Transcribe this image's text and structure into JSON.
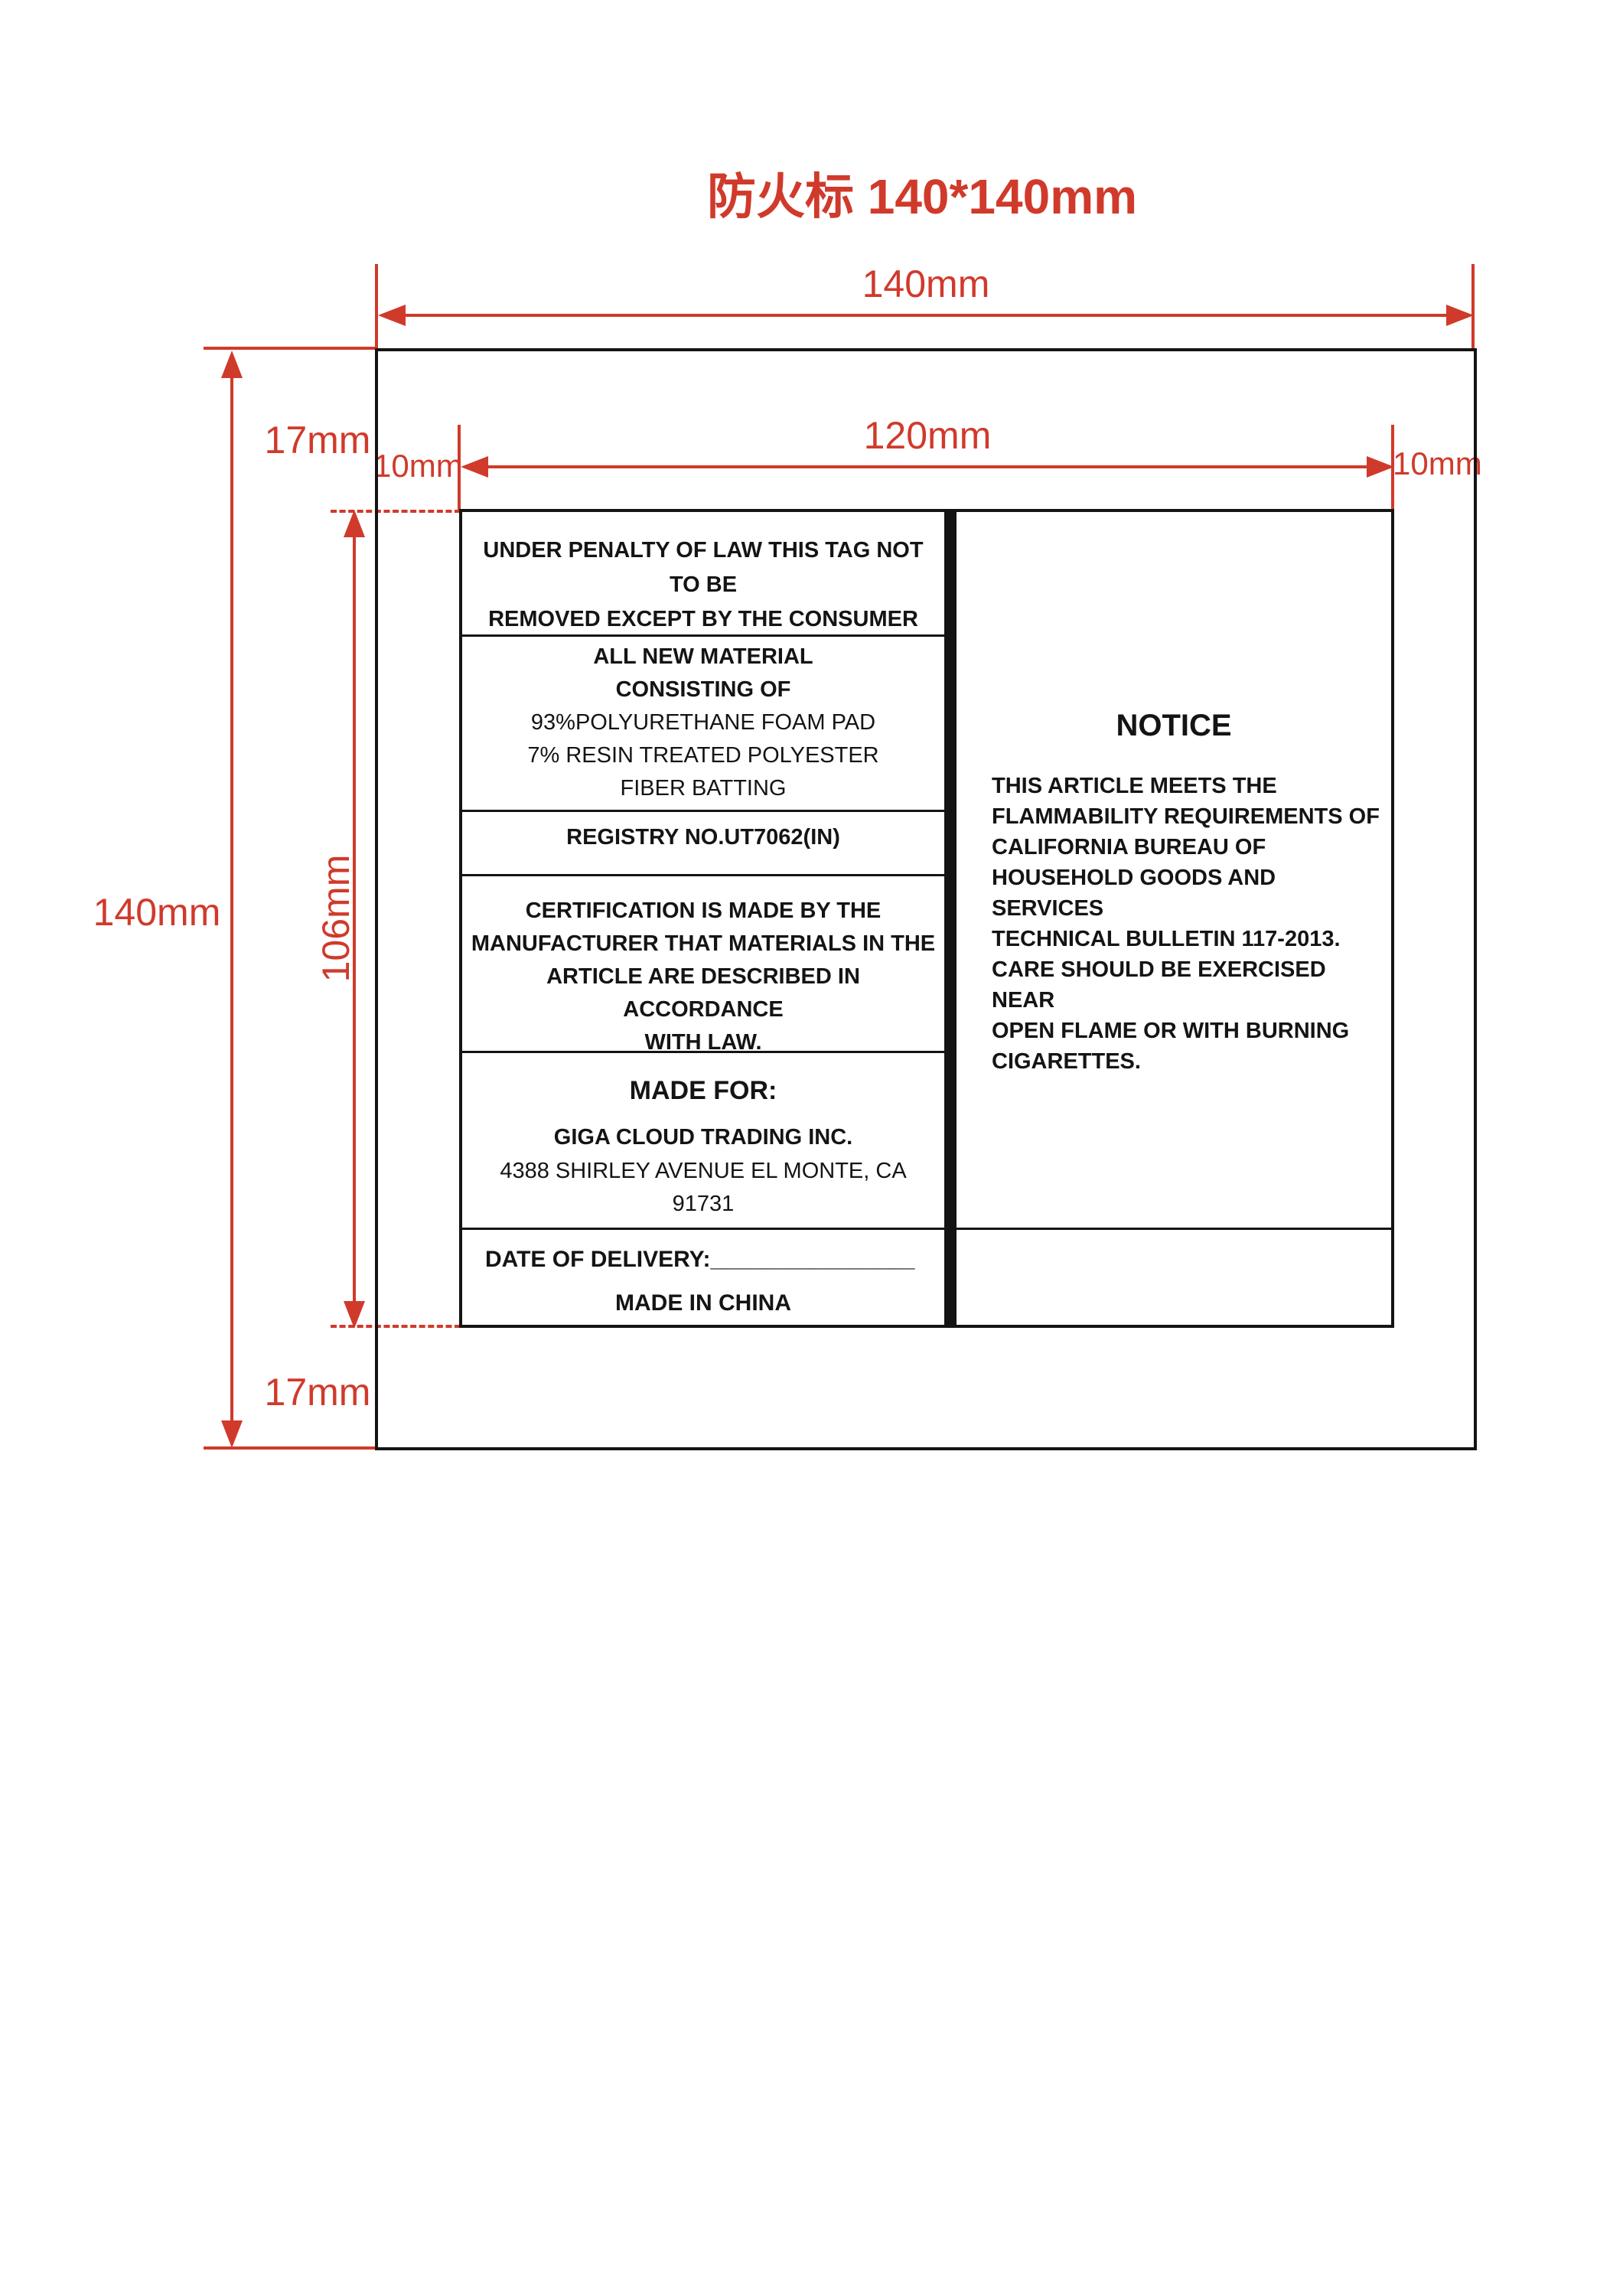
{
  "title": "防火标 140*140mm",
  "colors": {
    "dimension_red": "#d03a2b",
    "line_black": "#141414",
    "background": "#ffffff"
  },
  "dims": {
    "outer_width": "140mm",
    "outer_height": "140mm",
    "top_margin": "17mm",
    "bottom_margin": "17mm",
    "inner_width": "120mm",
    "inner_height": "106mm",
    "left_margin": "10mm",
    "right_margin": "10mm"
  },
  "label": {
    "law_tag": "UNDER PENALTY OF LAW THIS TAG NOT TO BE\nREMOVED EXCEPT BY  THE CONSUMER",
    "materials_heading": "ALL NEW MATERIAL\nCONSISTING OF",
    "materials_body": "93%POLYURETHANE FOAM PAD\n7% RESIN TREATED POLYESTER\nFIBER BATTING",
    "registry": "REGISTRY NO.UT7062(IN)",
    "certification": "CERTIFICATION IS MADE BY THE\nMANUFACTURER THAT MATERIALS IN THE\nARTICLE ARE DESCRIBED IN ACCORDANCE\nWITH LAW.",
    "made_for_heading": "MADE FOR:",
    "company": "GIGA CLOUD TRADING INC.",
    "address": "4388 SHIRLEY AVENUE EL MONTE, CA 91731",
    "delivery": "DATE OF DELIVERY:________________",
    "origin": "MADE IN CHINA",
    "notice_title": "NOTICE",
    "notice_body": "THIS ARTICLE MEETS THE\nFLAMMABILITY REQUIREMENTS OF\nCALIFORNIA BUREAU OF\nHOUSEHOLD GOODS AND SERVICES\nTECHNICAL BULLETIN 117-2013.\nCARE SHOULD BE EXERCISED NEAR\nOPEN FLAME OR WITH BURNING\nCIGARETTES."
  }
}
